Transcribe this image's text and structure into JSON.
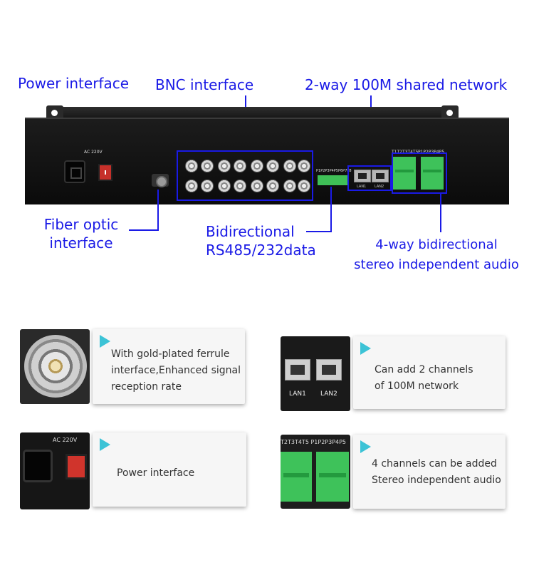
{
  "callouts": {
    "power_interface": "Power interface",
    "bnc_interface": "BNC interface",
    "network": "2-way 100M shared network",
    "fiber_line1": "Fiber optic",
    "fiber_line2": "interface",
    "data_line1": "Bidirectional",
    "data_line2": "RS485/232data",
    "audio_line1": "4-way bidirectional",
    "audio_line2": "stereo independent audio"
  },
  "device": {
    "ac_label": "AC 220V",
    "lan1": "LAN1",
    "lan2": "LAN2",
    "audio_t_label": "T1T2T3T4T5",
    "audio_p_label": "P1P2P3P4P5",
    "rs_label": "P1P2P3P4P5P6P7P8"
  },
  "features": [
    {
      "icon": "bnc-connector-photo",
      "line1": "With gold-plated ferrule",
      "line2": "interface,Enhanced signal",
      "line3": "reception rate"
    },
    {
      "icon": "lan-port-photo",
      "line1": "Can add 2 channels",
      "line2": "of 100M network",
      "thumb_lan1": "LAN1",
      "thumb_lan2": "LAN2"
    },
    {
      "icon": "power-socket-photo",
      "line1": "Power interface",
      "thumb_label": "AC 220V"
    },
    {
      "icon": "audio-terminal-photo",
      "line1": "4 channels can be added",
      "line2": "Stereo independent audio",
      "thumb_label": "T2T3T4T5 P1P2P3P4P5"
    }
  ],
  "colors": {
    "callout_blue": "#1a1ae6",
    "arrow_cyan": "#3cc3d6",
    "terminal_green": "#3ec25a"
  }
}
